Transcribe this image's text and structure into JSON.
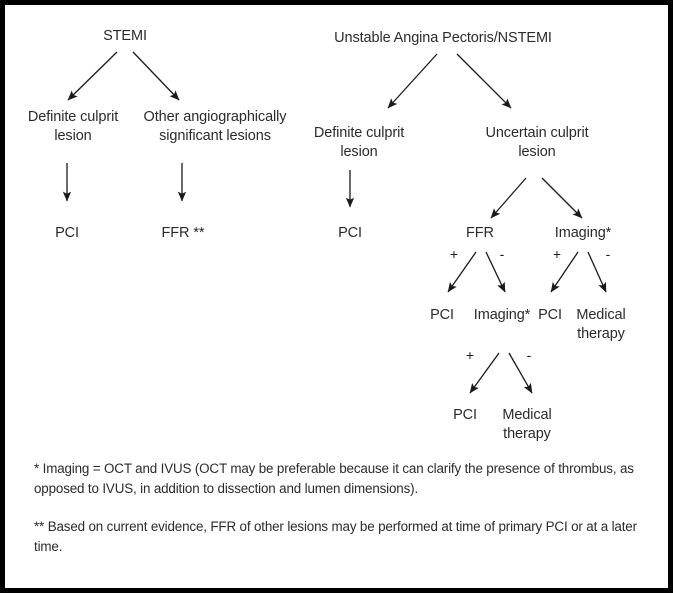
{
  "figure": {
    "border_color": "#000000",
    "text_color": "#2b2b2b",
    "background": "#ffffff"
  },
  "nodes": {
    "stemi": "STEMI",
    "ua_nstemi": "Unstable Angina Pectoris/NSTEMI",
    "stemi_definite": "Definite culprit\nlesion",
    "stemi_other": "Other angiographically\nsignificant lesions",
    "stemi_pci": "PCI",
    "stemi_ffr": "FFR **",
    "nstemi_definite": "Definite culprit\nlesion",
    "nstemi_definite_pci": "PCI",
    "nstemi_uncertain": "Uncertain culprit\nlesion",
    "ffr": "FFR",
    "imaging": "Imaging*",
    "ffr_pos_pci": "PCI",
    "ffr_neg_imaging": "Imaging*",
    "imaging_pos_pci": "PCI",
    "imaging_neg_medical": "Medical\ntherapy",
    "final_pci": "PCI",
    "final_medical": "Medical\ntherapy"
  },
  "signs": {
    "ffr_plus": "+",
    "ffr_minus": "-",
    "imaging_plus": "+",
    "imaging_minus": "-",
    "second_imaging_plus": "+",
    "second_imaging_minus": "-"
  },
  "footnotes": {
    "single_star": "* Imaging = OCT and IVUS (OCT may be preferable because it can clarify the presence of thrombus, as opposed to IVUS, in addition to dissection and lumen dimensions).",
    "double_star": "** Based on current evidence, FFR of other lesions may be performed at time of primary PCI or at a later time."
  }
}
